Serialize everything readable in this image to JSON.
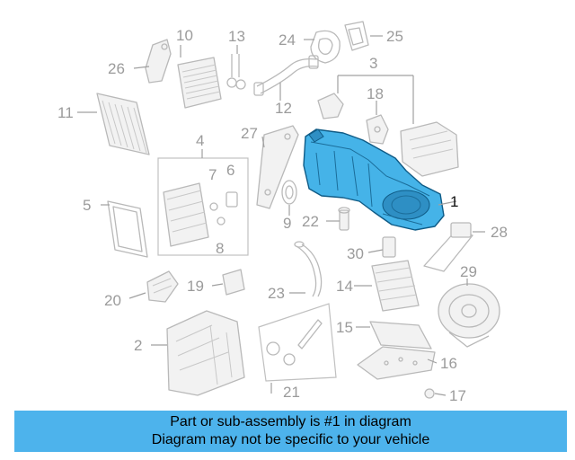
{
  "diagram": {
    "callouts": [
      "1",
      "2",
      "3",
      "4",
      "5",
      "6",
      "7",
      "8",
      "9",
      "10",
      "11",
      "12",
      "13",
      "14",
      "15",
      "16",
      "17",
      "18",
      "19",
      "20",
      "21",
      "22",
      "23",
      "24",
      "25",
      "26",
      "27",
      "28",
      "29",
      "30"
    ],
    "highlighted": "1",
    "colors": {
      "highlight": "#45b3e8",
      "outline": "#b9b9b9",
      "label": "#9b9b9b"
    }
  },
  "banner": {
    "line1": "Part or sub-assembly is #1 in diagram",
    "line2": "Diagram may not be specific to your vehicle",
    "color": "#4db3ec"
  }
}
